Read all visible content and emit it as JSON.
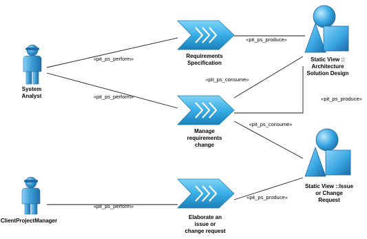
{
  "nodes": {
    "system_analyst": {
      "label_lines": [
        "System",
        "Analyst"
      ]
    },
    "client_project_manager": {
      "label_lines": [
        "ClientProjectManager"
      ]
    },
    "requirements_specification": {
      "label_lines": [
        "Requirements",
        "Specification"
      ]
    },
    "manage_requirements_change": {
      "label_lines": [
        "Manage",
        "requirements",
        "change"
      ]
    },
    "elaborate_issue": {
      "label_lines": [
        "Elaborate an",
        "issue or",
        "change request"
      ]
    },
    "architecture_solution_design": {
      "label_lines": [
        "Static View ::",
        "Architecture",
        "Solution Design"
      ]
    },
    "issue_change_request": {
      "label_lines": [
        "Static View ::Issue",
        "or Change",
        "Request"
      ]
    }
  },
  "edges": {
    "perform_1": "«pit_ps_perform»",
    "perform_2": "«pit_ps_perform»",
    "perform_3": "«pit_ps_perform»",
    "produce_1": "«pit_ps_produce»",
    "consume_1": "«pit_ps_consume»",
    "produce_2": "«pit_ps_produce»",
    "consume_2": "«pit_ps_consume»",
    "produce_3": "«pit_ps_produce»"
  },
  "colors": {
    "actor_fill": "#3f9fd6",
    "actor_dark": "#1f6ea8",
    "actor_light": "#8fd0f5",
    "activity_fill": "#39aee6",
    "activity_dark": "#1b7fb8",
    "artifact_fill": "#3aa7e3",
    "artifact_dark": "#1b6aa3",
    "line": "#1a1a1a"
  }
}
